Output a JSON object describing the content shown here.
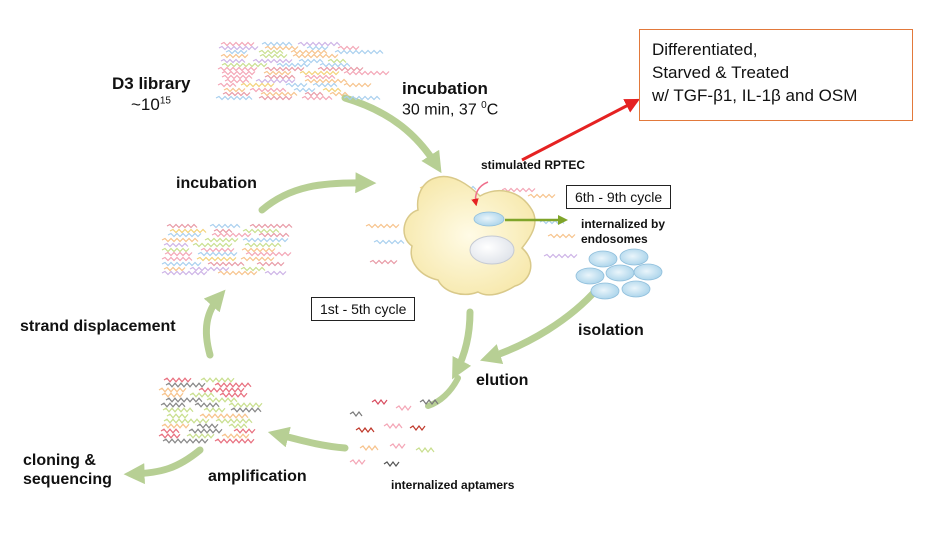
{
  "library": {
    "title": "D3 library",
    "size_base": "~10",
    "size_exp": "15"
  },
  "incubation_top": {
    "title": "incubation",
    "detail_pre": "30 min, 37 ",
    "detail_sup": "0",
    "detail_post": "C"
  },
  "callout": {
    "line1": "Differentiated,",
    "line2": "Starved & Treated",
    "line3": "w/ TGF-β1, IL-1β and OSM"
  },
  "cell": {
    "label": "stimulated RPTEC"
  },
  "cycles": {
    "late": "6th - 9th cycle",
    "early": "1st - 5th cycle"
  },
  "endosomes": {
    "line1": "internalized by",
    "line2": "endosomes"
  },
  "steps": {
    "incubation_left": "incubation",
    "strand_displacement": "strand displacement",
    "isolation": "isolation",
    "elution": "elution",
    "amplification": "amplification",
    "internalized_aptamers": "internalized aptamers",
    "cloning_line1": "cloning &",
    "cloning_line2": "sequencing"
  },
  "colors": {
    "cycle_arrow": "#b7cf94",
    "callout_arrow": "#e52222",
    "callout_border": "#e2793b",
    "cell_fill": "#fbf3cd",
    "cell_stroke": "#d9c98a",
    "internalize_arrow": "#7fa42a"
  }
}
